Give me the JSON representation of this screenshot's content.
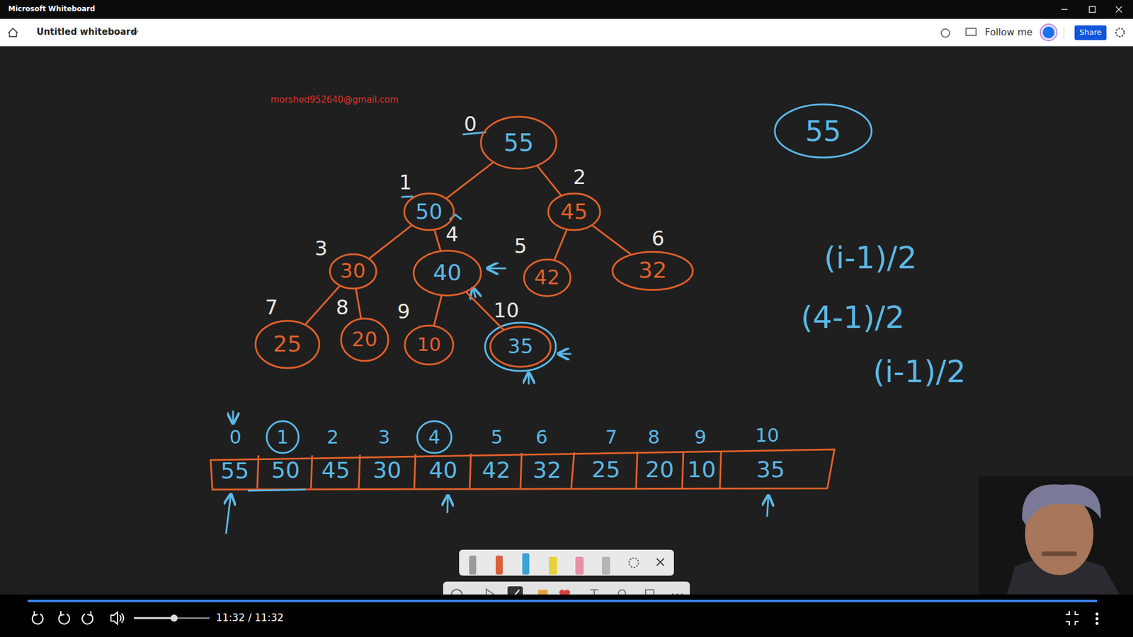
{
  "diagram": {
    "nodes": [
      {
        "text": [
          "55"
        ]
      },
      {
        "text": [
          "50"
        ]
      },
      {
        "text": [
          "45"
        ]
      },
      {
        "text": [
          "30"
        ]
      },
      {
        "text": [
          "40"
        ]
      },
      {
        "text": [
          "42"
        ]
      },
      {
        "text": [
          "32"
        ]
      },
      {
        "text": [
          "25"
        ]
      },
      {
        "text": [
          "20"
        ]
      },
      {
        "text": [
          "10"
        ]
      },
      {
        "text": [
          "35"
        ]
      },
      {
        "text": [
          "55"
        ]
      }
    ],
    "edges": [
      {
        "from": 0,
        "to": 1,
        "arrow": "none"
      },
      {
        "from": 0,
        "to": 2,
        "arrow": "none"
      },
      {
        "from": 1,
        "to": 3,
        "arrow": "none"
      },
      {
        "from": 1,
        "to": 4,
        "arrow": "none"
      },
      {
        "from": 2,
        "to": 5,
        "arrow": "none"
      },
      {
        "from": 2,
        "to": 6,
        "arrow": "none"
      },
      {
        "from": 3,
        "to": 7,
        "arrow": "none"
      },
      {
        "from": 3,
        "to": 8,
        "arrow": "none"
      },
      {
        "from": 4,
        "to": 9,
        "arrow": "none"
      },
      {
        "from": 4,
        "to": 10,
        "arrow": "none"
      }
    ],
    "labels": [
      "Microsoft Whiteboard",
      "Untitled whiteboard",
      "Follow me",
      "Share",
      "morshed952640@gmail.com",
      "0",
      "1",
      "2",
      "3",
      "4",
      "5",
      "6",
      "7",
      "8",
      "9",
      "10",
      "(i-1)/2",
      "(4-1)/2",
      "(i-1)/2",
      "0",
      "1",
      "2",
      "3",
      "4",
      "5",
      "6",
      "7",
      "8",
      "9",
      "10",
      "55",
      "50",
      "45",
      "30",
      "40",
      "42",
      "32",
      "25",
      "20",
      "10",
      "35",
      "11:32 / 11:32"
    ]
  }
}
